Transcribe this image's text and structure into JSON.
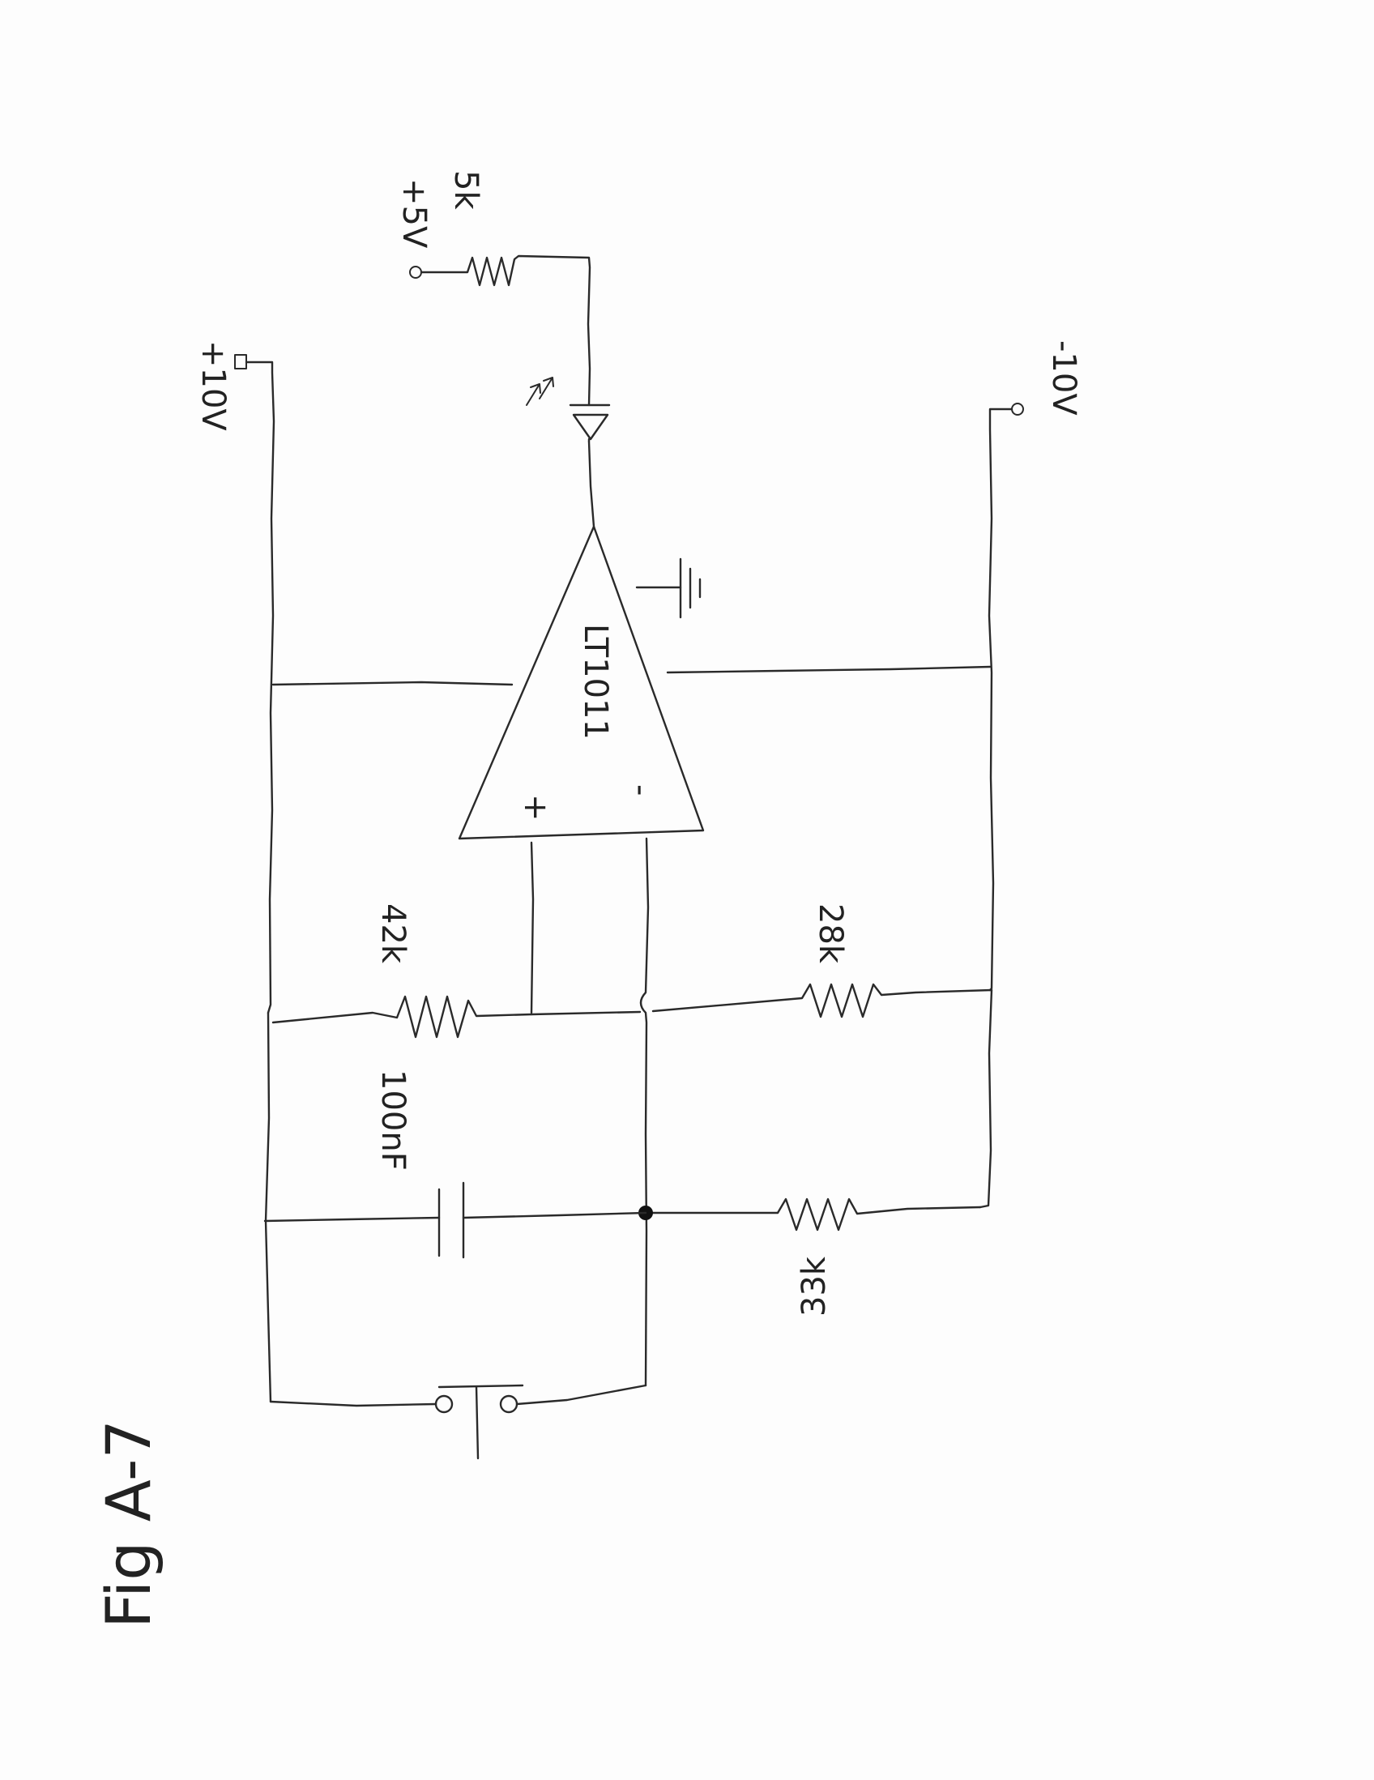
{
  "title": "Fig A-7",
  "labels": {
    "vplus10": "+10V",
    "vminus10": "-10V",
    "vplus5": "+5V",
    "r_5k": "5k",
    "opamp": "LT1011",
    "pin_plus": "+",
    "pin_minus": "-",
    "r_42k": "42k",
    "r_28k": "28k",
    "r_33k": "33k",
    "cap": "100nF"
  }
}
